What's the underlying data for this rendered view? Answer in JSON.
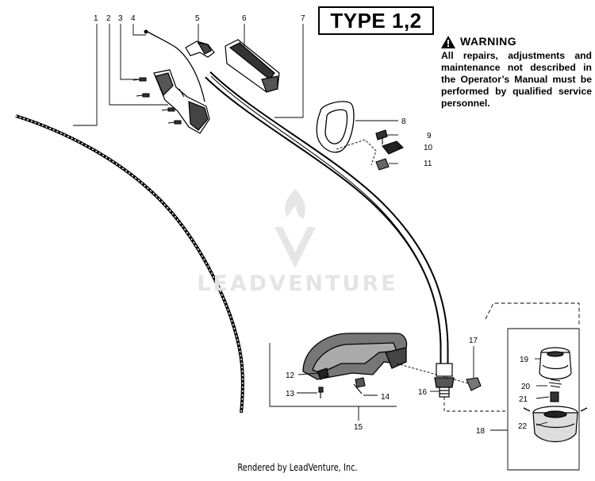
{
  "header": {
    "type_label": "TYPE 1,2"
  },
  "warning": {
    "title": "WARNING",
    "body": "All repairs, adjustments and maintenance not described in the Operator’s Manual must be performed by qualified service personnel."
  },
  "watermark": {
    "text": "LEADVENTURE"
  },
  "footer": {
    "text": "Rendered by LeadVenture, Inc."
  },
  "callouts": [
    "1",
    "2",
    "3",
    "4",
    "5",
    "6",
    "7",
    "8",
    "9",
    "10",
    "11",
    "12",
    "13",
    "14",
    "15",
    "16",
    "17",
    "18",
    "19",
    "20",
    "21",
    "22"
  ],
  "icons": [
    "warning-triangle-icon",
    "leadventure-logo-icon"
  ]
}
